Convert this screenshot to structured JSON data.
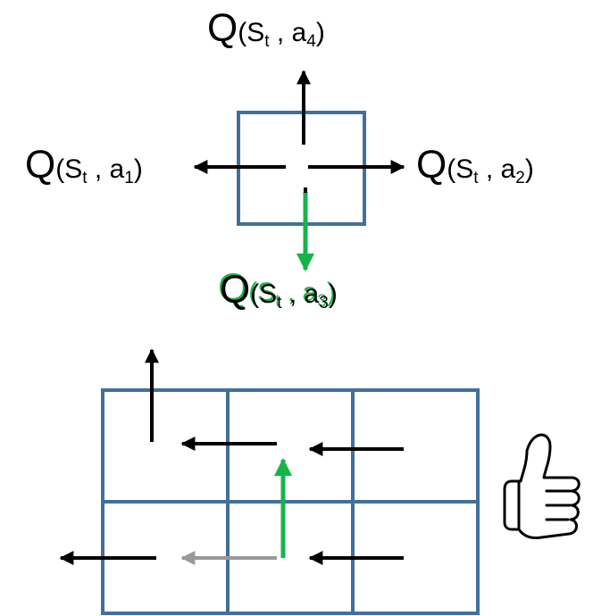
{
  "colors": {
    "cell_border": "#41709c",
    "arrow": "#000000",
    "best_arrow": "#16b34a",
    "faded_arrow": "#999999"
  },
  "labels": {
    "top": {
      "q": "Q",
      "open": "(",
      "s": "S",
      "s_sub": "t",
      "sep": " , ",
      "a": "a",
      "a_sub": "4",
      "close": ")"
    },
    "left": {
      "q": "Q",
      "open": "(",
      "s": "S",
      "s_sub": "t",
      "sep": " , ",
      "a": "a",
      "a_sub": "1",
      "close": ")"
    },
    "right": {
      "q": "Q",
      "open": "(",
      "s": "S",
      "s_sub": "t",
      "sep": " , ",
      "a": "a",
      "a_sub": "2",
      "close": ")"
    },
    "bottom": {
      "q": "Q",
      "open": "(",
      "s": "S",
      "s_sub": "t",
      "sep": " , ",
      "a": "a",
      "a_sub": "3",
      "close": ")"
    }
  },
  "icons": {
    "approval": "thumbs-up-icon"
  }
}
